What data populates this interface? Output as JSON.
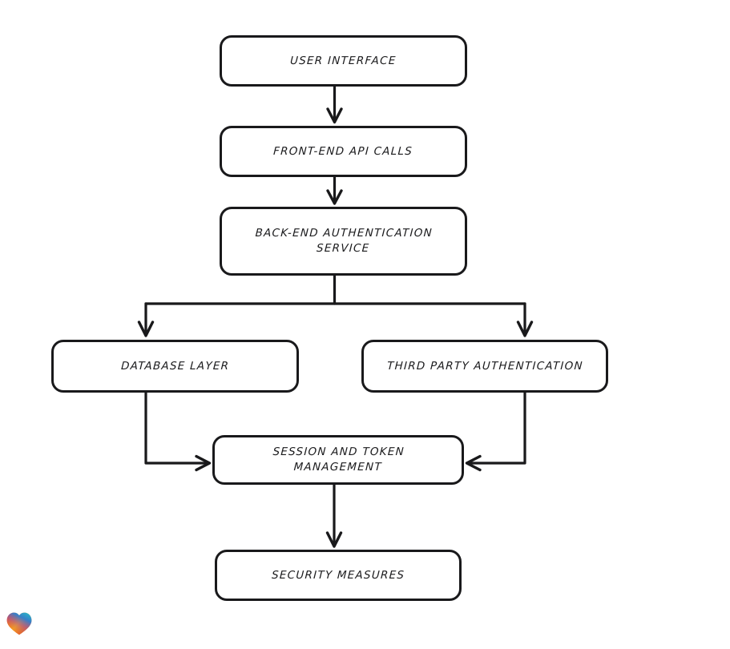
{
  "diagram": {
    "type": "flowchart",
    "style": "hand-drawn",
    "background_color": "#ffffff",
    "stroke_color": "#19191b",
    "fill_color": "#ffffff",
    "nodes": [
      {
        "id": "ui",
        "label": "USER INTERFACE"
      },
      {
        "id": "api",
        "label": "FRONT-END API CALLS"
      },
      {
        "id": "auth",
        "label": "BACK-END AUTHENTICATION\nSERVICE"
      },
      {
        "id": "db",
        "label": "DATABASE LAYER"
      },
      {
        "id": "third",
        "label": "THIRD PARTY AUTHENTICATION"
      },
      {
        "id": "session",
        "label": "SESSION AND TOKEN\nMANAGEMENT"
      },
      {
        "id": "security",
        "label": "SECURITY MEASURES"
      }
    ],
    "edges": [
      {
        "from": "ui",
        "to": "api",
        "direction": "down"
      },
      {
        "from": "api",
        "to": "auth",
        "direction": "down"
      },
      {
        "from": "auth",
        "to": "db",
        "direction": "down-left-branch"
      },
      {
        "from": "auth",
        "to": "third",
        "direction": "down-right-branch"
      },
      {
        "from": "db",
        "to": "session",
        "direction": "down-then-right"
      },
      {
        "from": "third",
        "to": "session",
        "direction": "down-then-left"
      },
      {
        "from": "session",
        "to": "security",
        "direction": "down"
      }
    ]
  },
  "watermark": {
    "icon": "heart-icon",
    "colors": [
      "#e8262a",
      "#f58220",
      "#f9a01b",
      "#2f7fd0",
      "#29b6c8"
    ]
  }
}
